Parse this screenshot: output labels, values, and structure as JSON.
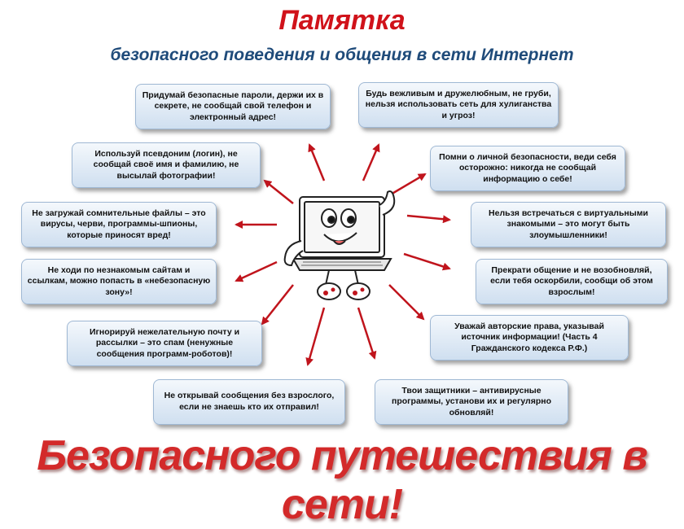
{
  "header": {
    "title": "Памятка",
    "subtitle": "безопасного поведения и общения в сети Интернет"
  },
  "tips": {
    "passwords": "Придумай безопасные пароли, держи их в секрете, не сообщай свой телефон и электронный адрес!",
    "polite": "Будь вежливым и дружелюбным, не груби, нельзя использовать сеть для хулиганства и угроз!",
    "nickname": "Используй псевдоним (логин), не сообщай своё имя и фамилию, не высылай фотографии!",
    "personal_safety": "Помни о личной безопасности, веди себя осторожно: никогда не сообщай информацию о себе!",
    "files": "Не загружай сомнительные файлы – это вирусы, черви, программы-шпионы, которые приносят вред!",
    "meetings": "Нельзя встречаться с виртуальными знакомыми – это могут быть злоумышленники!",
    "sites": "Не ходи по незнакомым сайтам и ссылкам, можно попасть в «небезопасную зону»!",
    "stop_chat": "Прекрати общение и не возобновляй, если тебя оскорбили, сообщи об этом взрослым!",
    "spam": "Игнорируй нежелательную почту и рассылки – это спам (ненужные сообщения программ-роботов)!",
    "copyright": "Уважай авторские права, указывай источник информации! (Часть 4 Гражданского кодекса Р.Ф.)",
    "messages": "Не открывай сообщения без взрослого, если не знаешь кто их отправил!",
    "antivirus": "Твои защитники – антивирусные программы, установи их и регулярно обновляй!"
  },
  "footer": {
    "slogan": "Безопасного путешествия в сети!"
  },
  "colors": {
    "title_red": "#d0121a",
    "subtitle_blue": "#1f4b7a",
    "arrow_red": "#c0141c",
    "box_top": "#f4f8fc",
    "box_bottom": "#cfdff0"
  }
}
